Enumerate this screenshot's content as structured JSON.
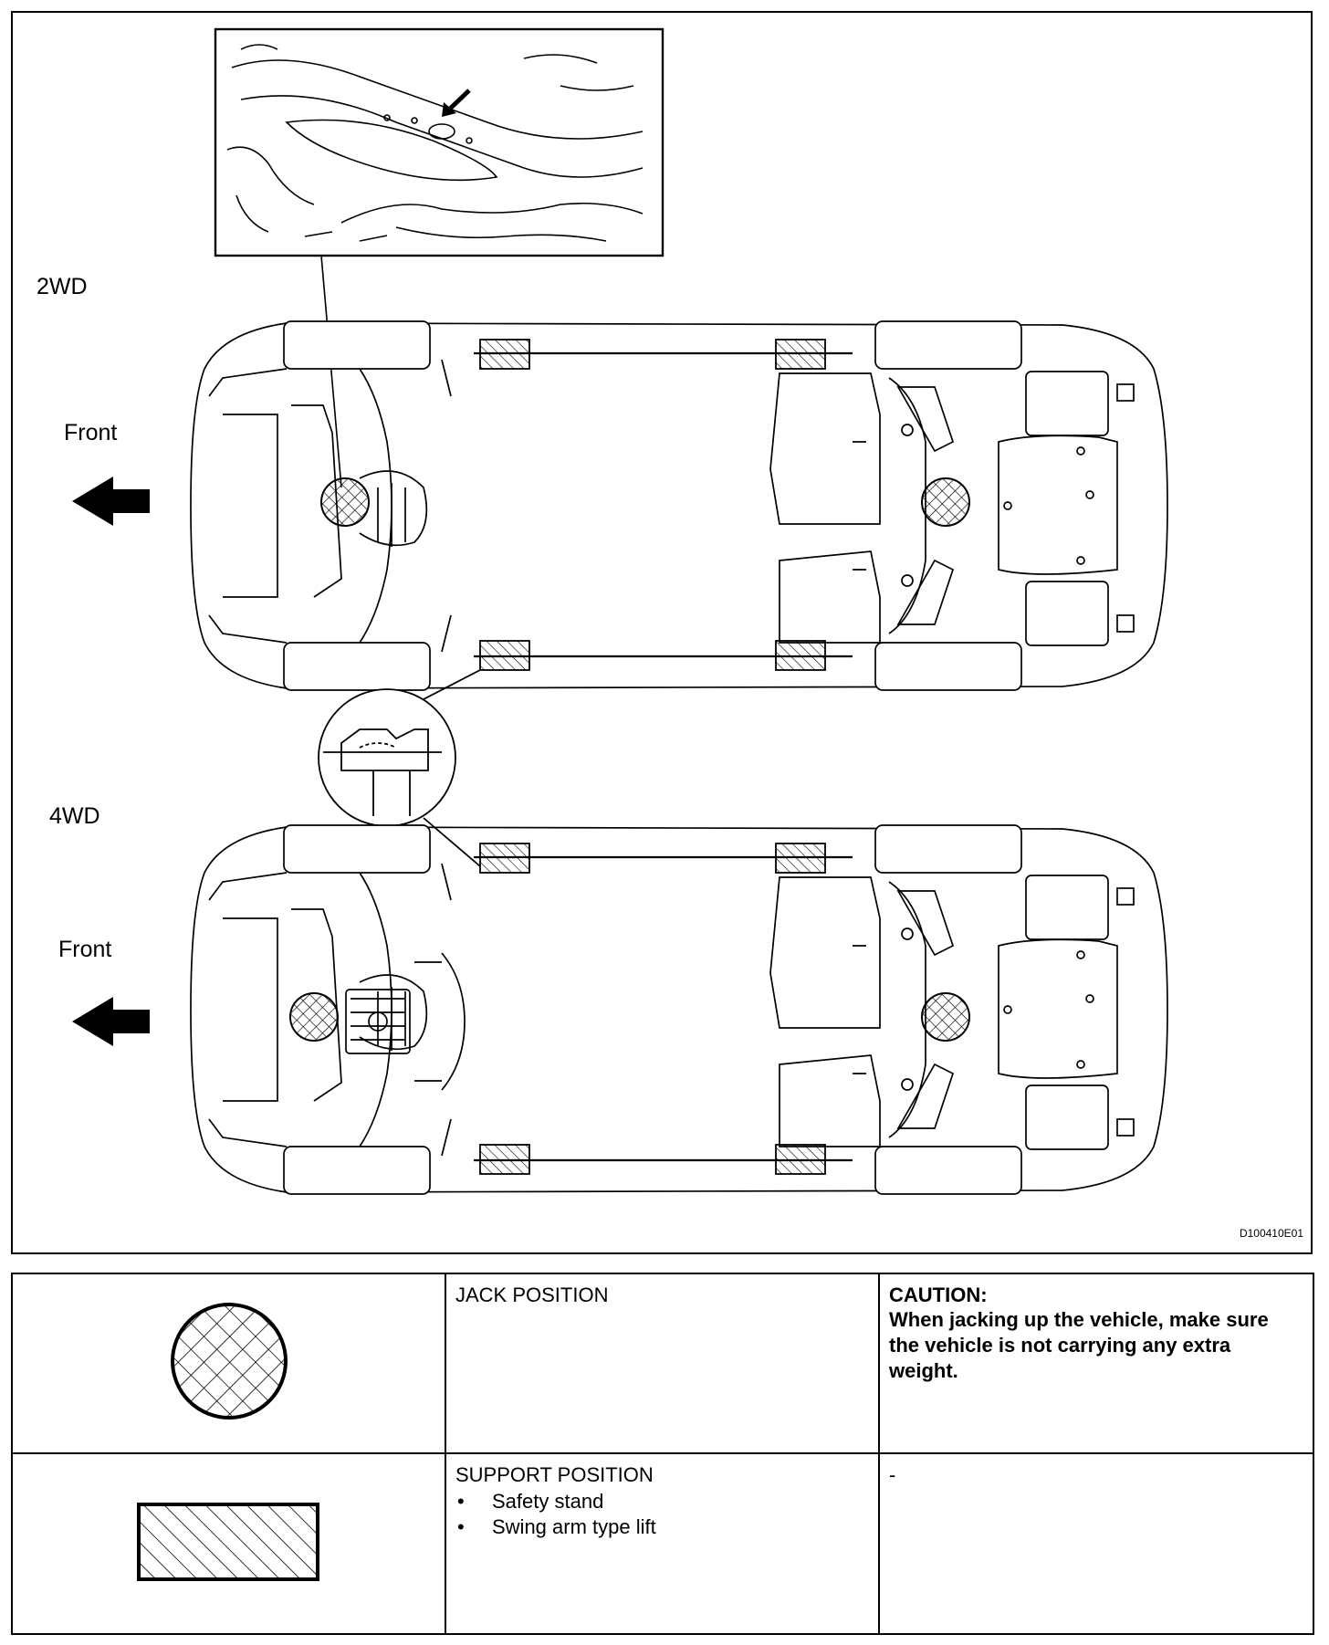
{
  "diagram": {
    "label_2wd": "2WD",
    "label_4wd": "4WD",
    "front_label_top": "Front",
    "front_label_bottom": "Front",
    "figure_code": "D100410E01",
    "icons": [
      "front-arrow-icon",
      "jack-point-icon",
      "support-point-icon",
      "magnified-detail-icon"
    ]
  },
  "legend": {
    "rows": [
      {
        "symbol": "jack-symbol-icon",
        "title": "JACK POSITION",
        "items": [],
        "caution_title": "CAUTION:",
        "caution_text": "When jacking up the vehicle, make sure the vehicle is not carrying any extra weight."
      },
      {
        "symbol": "support-symbol-icon",
        "title": "SUPPORT POSITION",
        "items": [
          "Safety stand",
          "Swing arm type lift"
        ],
        "note": "-"
      }
    ]
  }
}
